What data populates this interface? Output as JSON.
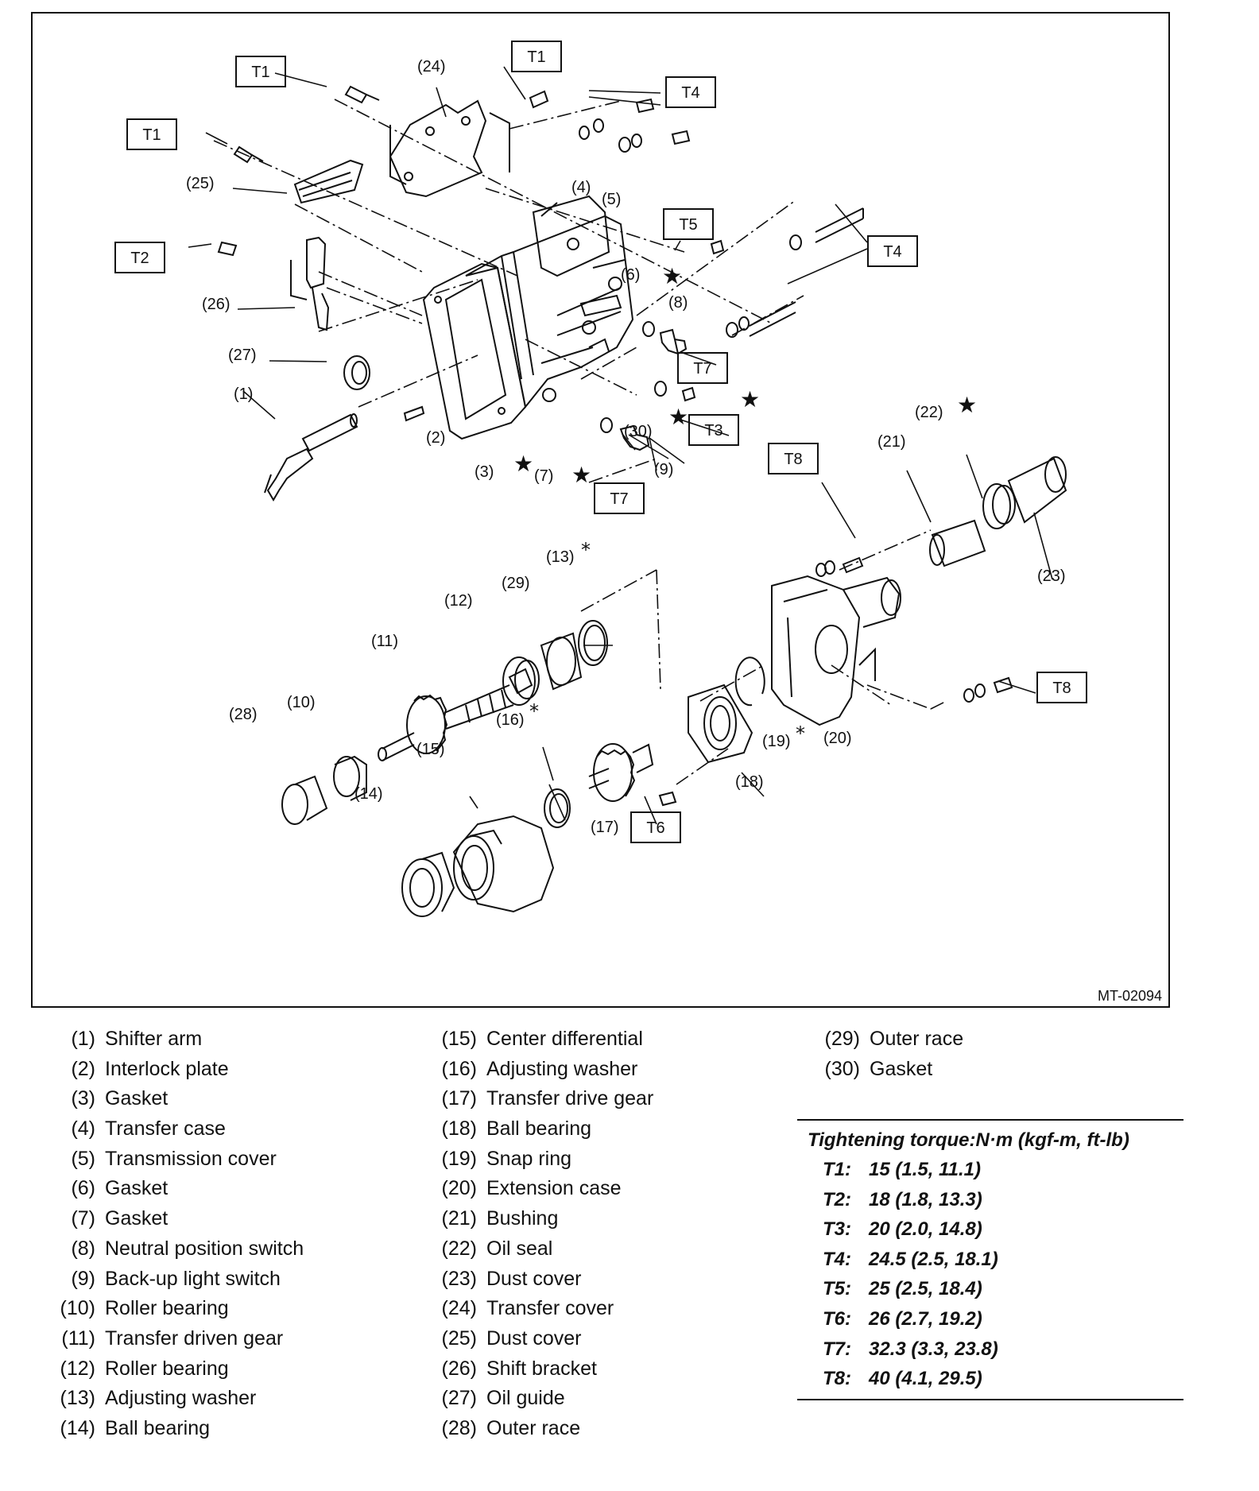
{
  "figure": {
    "id": "MT-02094",
    "callouts": [
      "(1)",
      "(2)",
      "(3)",
      "(4)",
      "(5)",
      "(6)",
      "(7)",
      "(8)",
      "(9)",
      "(10)",
      "(11)",
      "(12)",
      "(13)",
      "(14)",
      "(15)",
      "(16)",
      "(17)",
      "(18)",
      "(19)",
      "(20)",
      "(21)",
      "(22)",
      "(23)",
      "(24)",
      "(25)",
      "(26)",
      "(27)",
      "(28)",
      "(29)",
      "(30)"
    ],
    "torque_tags": [
      "T1",
      "T2",
      "T3",
      "T4",
      "T5",
      "T6",
      "T7",
      "T8"
    ],
    "star_symbol": "★",
    "asterisk_symbol": "*"
  },
  "legend": {
    "col1": [
      {
        "num": "(1)",
        "name": "Shifter arm"
      },
      {
        "num": "(2)",
        "name": "Interlock plate"
      },
      {
        "num": "(3)",
        "name": "Gasket"
      },
      {
        "num": "(4)",
        "name": "Transfer case"
      },
      {
        "num": "(5)",
        "name": "Transmission cover"
      },
      {
        "num": "(6)",
        "name": "Gasket"
      },
      {
        "num": "(7)",
        "name": "Gasket"
      },
      {
        "num": "(8)",
        "name": "Neutral position switch"
      },
      {
        "num": "(9)",
        "name": "Back-up light switch"
      },
      {
        "num": "(10)",
        "name": "Roller bearing"
      },
      {
        "num": "(11)",
        "name": "Transfer driven gear"
      },
      {
        "num": "(12)",
        "name": "Roller bearing"
      },
      {
        "num": "(13)",
        "name": "Adjusting washer"
      },
      {
        "num": "(14)",
        "name": "Ball bearing"
      }
    ],
    "col2": [
      {
        "num": "(15)",
        "name": "Center differential"
      },
      {
        "num": "(16)",
        "name": "Adjusting washer"
      },
      {
        "num": "(17)",
        "name": "Transfer drive gear"
      },
      {
        "num": "(18)",
        "name": "Ball bearing"
      },
      {
        "num": "(19)",
        "name": "Snap ring"
      },
      {
        "num": "(20)",
        "name": "Extension case"
      },
      {
        "num": "(21)",
        "name": "Bushing"
      },
      {
        "num": "(22)",
        "name": "Oil seal"
      },
      {
        "num": "(23)",
        "name": "Dust cover"
      },
      {
        "num": "(24)",
        "name": "Transfer cover"
      },
      {
        "num": "(25)",
        "name": "Dust cover"
      },
      {
        "num": "(26)",
        "name": "Shift bracket"
      },
      {
        "num": "(27)",
        "name": "Oil guide"
      },
      {
        "num": "(28)",
        "name": "Outer race"
      }
    ],
    "col3": [
      {
        "num": "(29)",
        "name": "Outer race"
      },
      {
        "num": "(30)",
        "name": "Gasket"
      }
    ]
  },
  "torque": {
    "heading": "Tightening torque:N·m (kgf-m, ft-lb)",
    "rows": [
      {
        "key": "T1:",
        "value": "15 (1.5, 11.1)"
      },
      {
        "key": "T2:",
        "value": "18 (1.8, 13.3)"
      },
      {
        "key": "T3:",
        "value": "20 (2.0, 14.8)"
      },
      {
        "key": "T4:",
        "value": "24.5 (2.5, 18.1)"
      },
      {
        "key": "T5:",
        "value": "25 (2.5, 18.4)"
      },
      {
        "key": "T6:",
        "value": "26 (2.7, 19.2)"
      },
      {
        "key": "T7:",
        "value": "32.3 (3.3, 23.8)"
      },
      {
        "key": "T8:",
        "value": "40 (4.1, 29.5)"
      }
    ]
  }
}
